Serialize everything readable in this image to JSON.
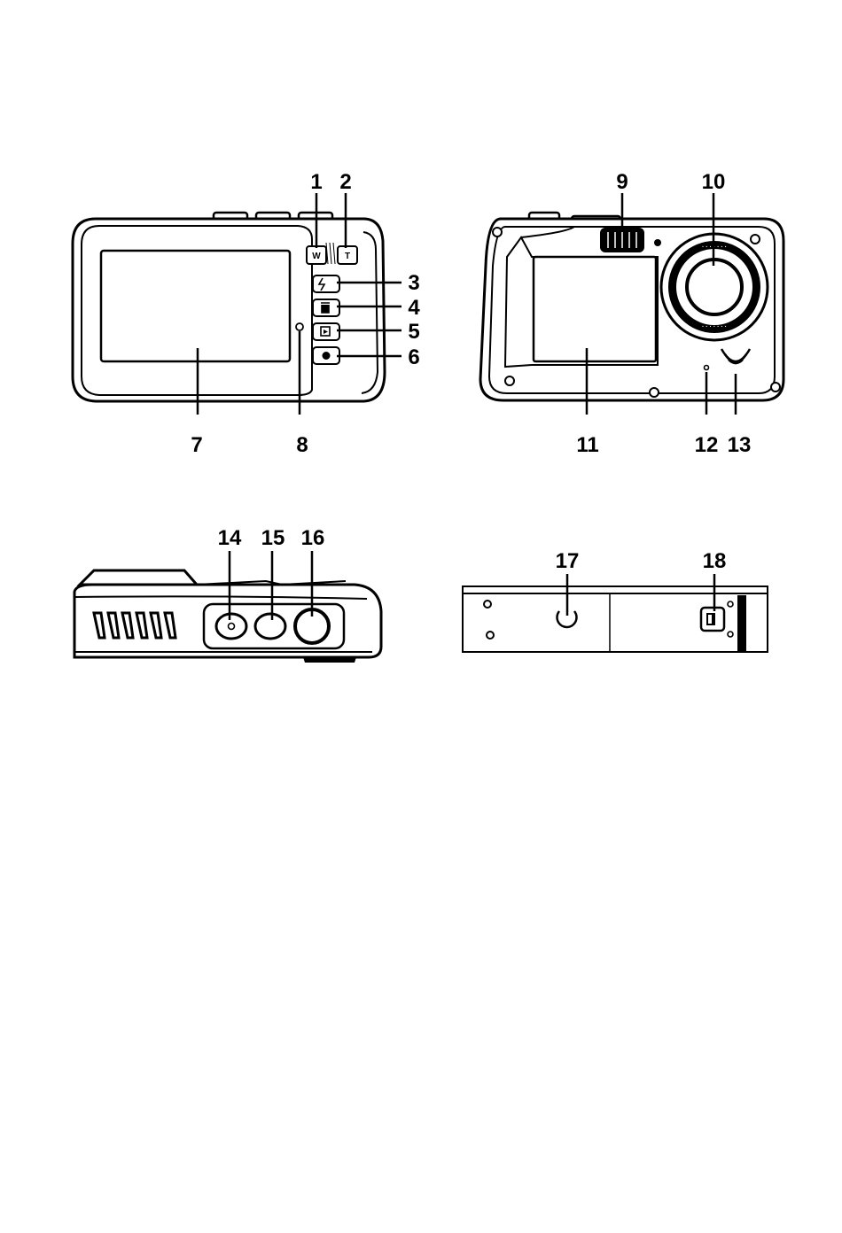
{
  "figure": {
    "type": "camera-parts-diagram",
    "accent_color": "#000000"
  },
  "views": {
    "back": {
      "buttons": [
        {
          "icon": "zoom-wide-button",
          "label": "W"
        },
        {
          "icon": "zoom-tele-button",
          "label": "T"
        },
        {
          "icon": "flash-button"
        },
        {
          "icon": "delete-button"
        },
        {
          "icon": "playback-button"
        },
        {
          "icon": "record-button"
        }
      ],
      "callouts": [
        {
          "number": "1"
        },
        {
          "number": "2"
        },
        {
          "number": "3"
        },
        {
          "number": "4"
        },
        {
          "number": "5"
        },
        {
          "number": "6"
        },
        {
          "number": "7"
        },
        {
          "number": "8"
        }
      ]
    },
    "front": {
      "callouts": [
        {
          "number": "9"
        },
        {
          "number": "10"
        },
        {
          "number": "11"
        },
        {
          "number": "12"
        },
        {
          "number": "13"
        }
      ]
    },
    "top": {
      "callouts": [
        {
          "number": "14"
        },
        {
          "number": "15"
        },
        {
          "number": "16"
        }
      ]
    },
    "bottom": {
      "callouts": [
        {
          "number": "17"
        },
        {
          "number": "18"
        }
      ]
    }
  }
}
